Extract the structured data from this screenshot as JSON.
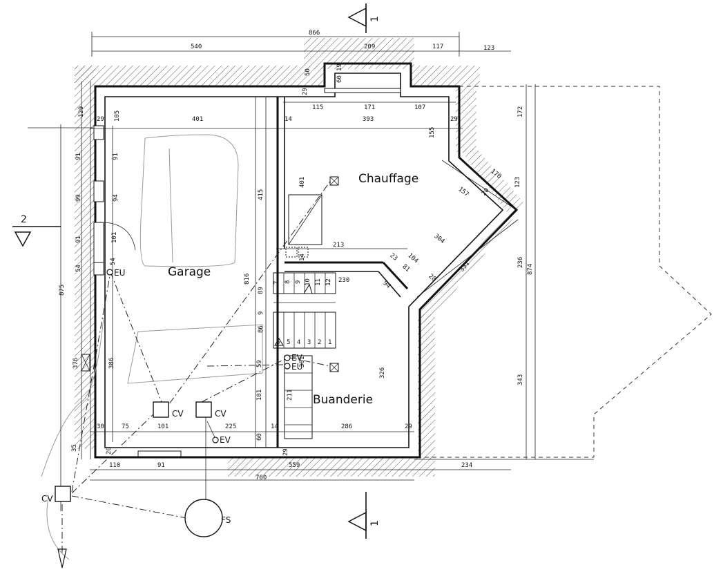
{
  "rooms": {
    "garage": "Garage",
    "chauffage": "Chauffage",
    "buanderie": "Buanderie"
  },
  "symbols": {
    "cv_garage_1": "CV",
    "cv_garage_2": "CV",
    "cv_outside": "CV",
    "ev_garage": "EV",
    "ev_buanderie": "EV",
    "eu_garage": "EU",
    "eu_buanderie": "EU",
    "fs": "FS"
  },
  "section_marks": {
    "top": "1",
    "bottom": "1",
    "left": "2"
  },
  "dimensions": {
    "top_total": "866",
    "top_540": "540",
    "top_209": "209",
    "top_117": "117",
    "top_123": "123",
    "d50": "50",
    "d19": "19",
    "d60": "60",
    "d29_top": "29",
    "d115": "115",
    "d171": "171",
    "d107": "107",
    "d29_l": "29",
    "d105": "105",
    "d401_top": "401",
    "d14_top": "14",
    "d393": "393",
    "d29_r": "29",
    "d129": "129",
    "d172": "172",
    "d155": "155",
    "d170": "170",
    "d123_r": "123",
    "d157": "157",
    "d20": "20",
    "d91_a": "91",
    "d91_b": "91",
    "d99": "99",
    "d94": "94",
    "d91_c": "91",
    "d101_a": "101",
    "d54_a": "54",
    "d54_b": "54",
    "d415": "415",
    "d401_v": "401",
    "d213": "213",
    "d304": "304",
    "d236": "236",
    "d874": "874",
    "d331": "331",
    "d23": "23",
    "d104": "104",
    "d81": "81",
    "d28": "28",
    "d94_b": "94",
    "d230": "230",
    "d14_v": "14",
    "d816": "816",
    "d875": "875",
    "d89": "89",
    "d9": "9",
    "d86": "86",
    "d376": "376",
    "d386": "386",
    "d326": "326",
    "d59": "59",
    "d301": "301",
    "d101_b": "101",
    "d211": "211",
    "d343": "343",
    "d30": "30",
    "d75": "75",
    "d101_c": "101",
    "d225": "225",
    "d14_b": "14",
    "d286": "286",
    "d29_br": "29",
    "d60_b": "60",
    "d29_b": "29",
    "d35": "35",
    "d20_b": "20",
    "d110": "110",
    "d91_d": "91",
    "d559": "559",
    "d234": "234",
    "d760": "760"
  },
  "stairs": {
    "upper": [
      "7",
      "8",
      "9",
      "10",
      "11",
      "12"
    ],
    "lower": [
      "6",
      "5",
      "4",
      "3",
      "2",
      "1"
    ]
  }
}
